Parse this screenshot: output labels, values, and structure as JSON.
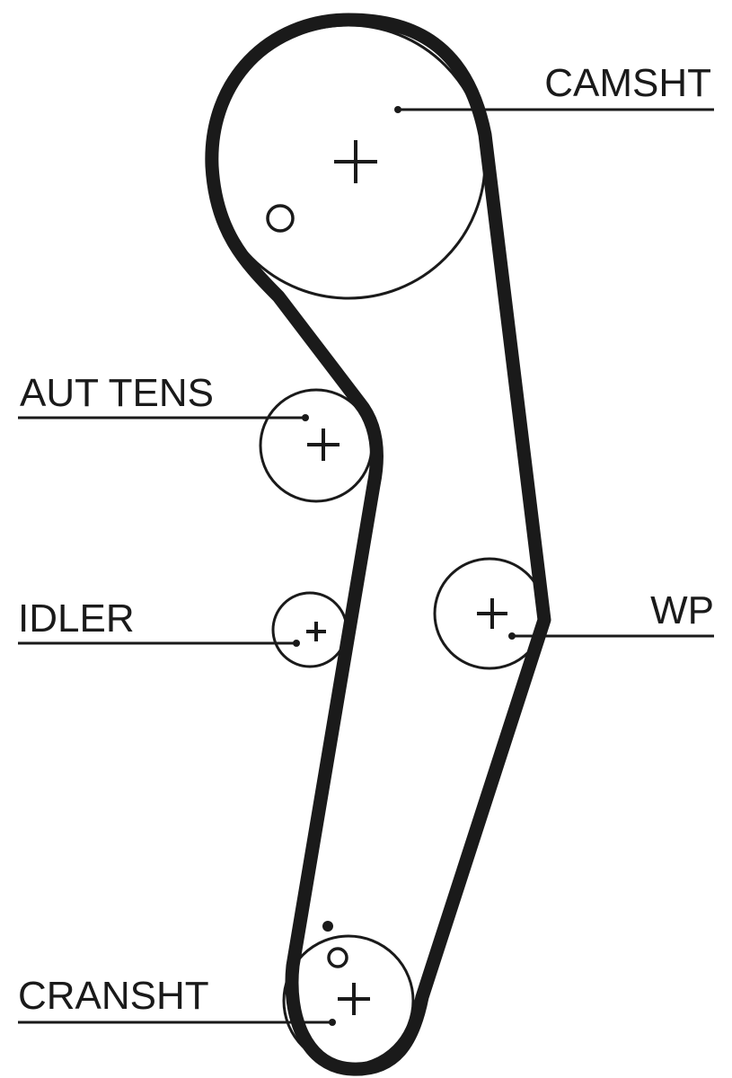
{
  "labels": {
    "camshaft": "CAMSHT",
    "tensioner": "AUT TENS",
    "idler": "IDLER",
    "water_pump": "WP",
    "crankshaft": "CRANSHT"
  },
  "colors": {
    "ink": "#1a1a1a",
    "background": "#ffffff"
  },
  "markers": {
    "center": "+",
    "timing_hole": "o"
  }
}
